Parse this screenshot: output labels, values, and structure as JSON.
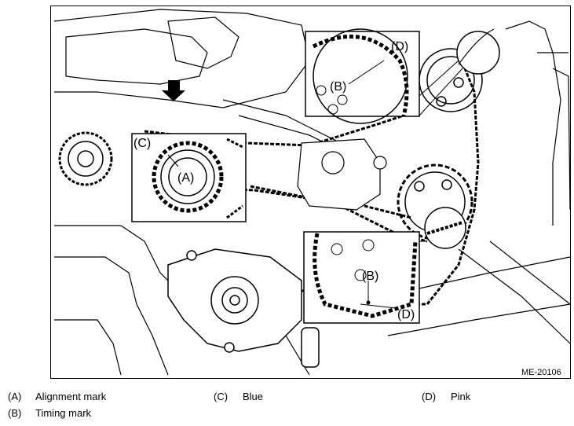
{
  "figure": {
    "code": "ME-20106",
    "callouts": {
      "a": "(A)",
      "b": "(B)",
      "c": "(C)",
      "d": "(D)"
    }
  },
  "legend": [
    {
      "key": "(A)",
      "text": "Alignment mark"
    },
    {
      "key": "(C)",
      "text": "Blue"
    },
    {
      "key": "(D)",
      "text": "Pink"
    },
    {
      "key": "(B)",
      "text": "Timing mark"
    }
  ]
}
